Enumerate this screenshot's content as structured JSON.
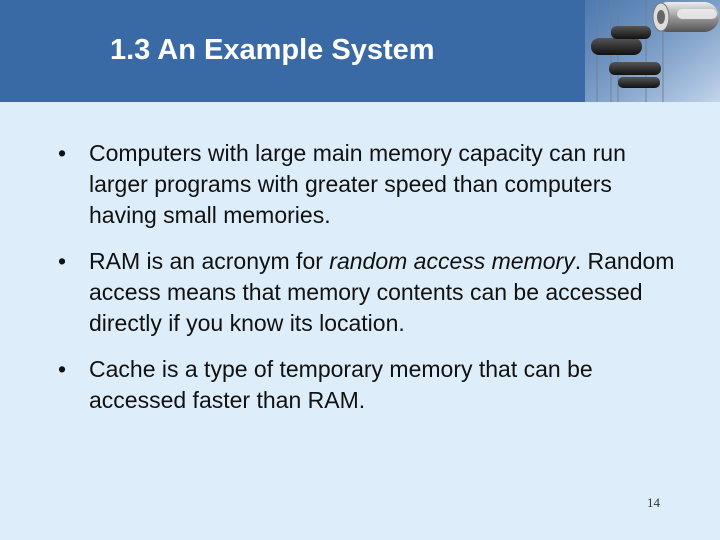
{
  "slide": {
    "title": "1.3 An Example System",
    "bullet_mark": "•",
    "bullets": [
      {
        "text": "Computers with large main memory capacity can run larger programs with greater speed than computers having small memories."
      },
      {
        "before": "RAM is an acronym for ",
        "italic": "random access memory",
        "after": ". Random access means that memory contents can be accessed directly if you know its location."
      },
      {
        "text": "Cache is a type of temporary memory that can be accessed faster than RAM."
      }
    ],
    "page_number": "14",
    "colors": {
      "header": "#3a6aa6",
      "background": "#ddeefa",
      "title": "#ffffff",
      "body_text": "#111111"
    },
    "decorative_image": "computer-memory-chip-photo"
  }
}
